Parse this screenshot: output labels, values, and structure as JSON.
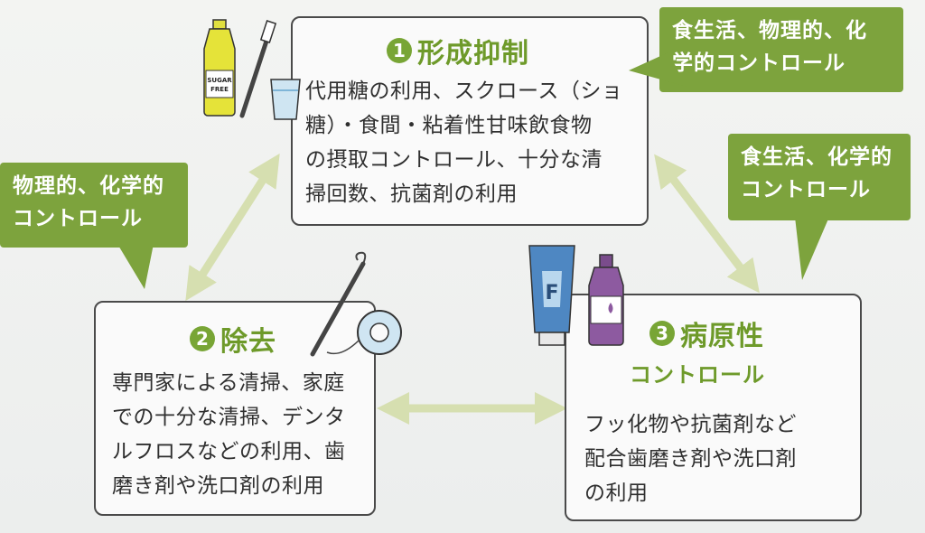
{
  "box1": {
    "number": "1",
    "title": "形成抑制",
    "text": "代用糖の利用、スクロース（ショ\n糖）・食間・粘着性甘味飲食物\nの摂取コントロール、十分な清\n掃回数、抗菌剤の利用"
  },
  "box2": {
    "number": "2",
    "title": "除去",
    "text": "専門家による清掃、家庭\nでの十分な清掃、デンタ\nルフロスなどの利用、歯\n磨き剤や洗口剤の利用"
  },
  "box3": {
    "number": "3",
    "title": "病原性",
    "subtitle": "コントロール",
    "text": "フッ化物や抗菌剤など\n配合歯磨き剤や洗口剤\nの利用"
  },
  "callouts": {
    "top_right": "食生活、物理的、化\n学的コントロール",
    "mid_right": "食生活、化学的\nコントロール",
    "left": "物理的、化学的\nコントロール"
  },
  "icons": {
    "bottle_label": "SUGAR\nFREE",
    "toothpaste_label": "F"
  },
  "colors": {
    "accent": "#78a535",
    "callout": "#7da33d",
    "arrow": "#d6dfb0"
  }
}
